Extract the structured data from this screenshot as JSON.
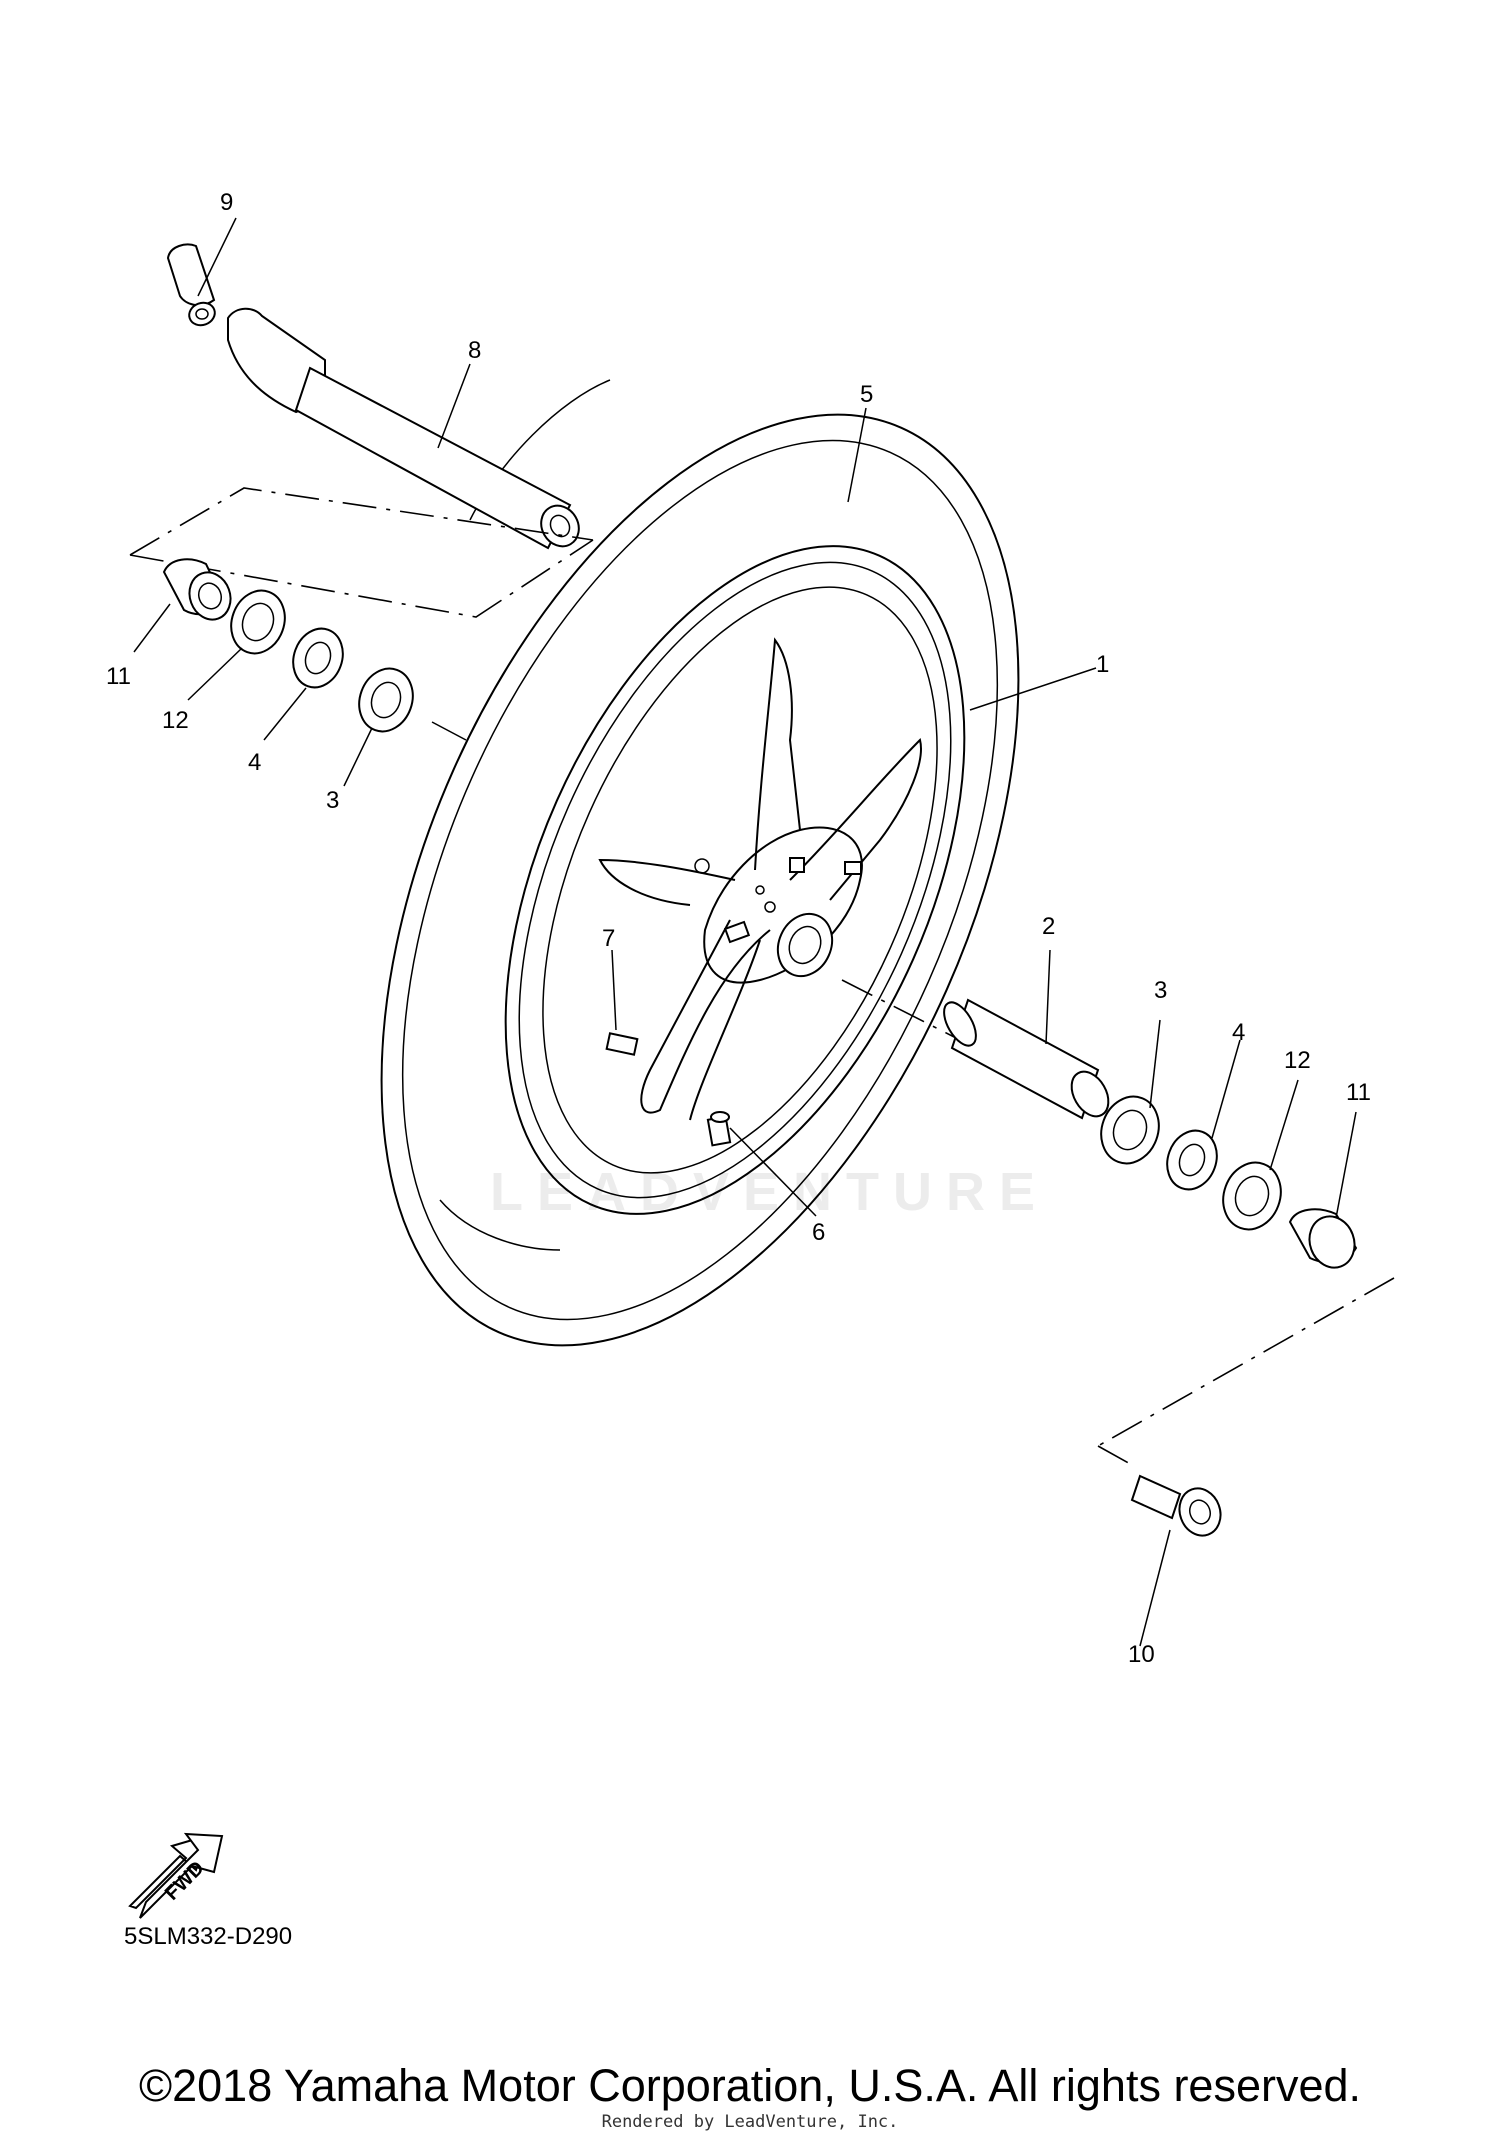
{
  "diagram": {
    "callouts": {
      "c1": "1",
      "c2": "2",
      "c3_left": "3",
      "c3_right": "3",
      "c4_left": "4",
      "c4_right": "4",
      "c5": "5",
      "c6": "6",
      "c7": "7",
      "c8": "8",
      "c9": "9",
      "c10": "10",
      "c11_left": "11",
      "c11_right": "11",
      "c12_left": "12",
      "c12_right": "12"
    },
    "fwd_label": "FWD",
    "drawing_code": "5SLM332-D290",
    "watermark": "LEADVENTURE"
  },
  "footer": {
    "copyright": "©2018 Yamaha Motor Corporation, U.S.A. All rights reserved.",
    "rendered_by": "Rendered by LeadVenture, Inc."
  }
}
